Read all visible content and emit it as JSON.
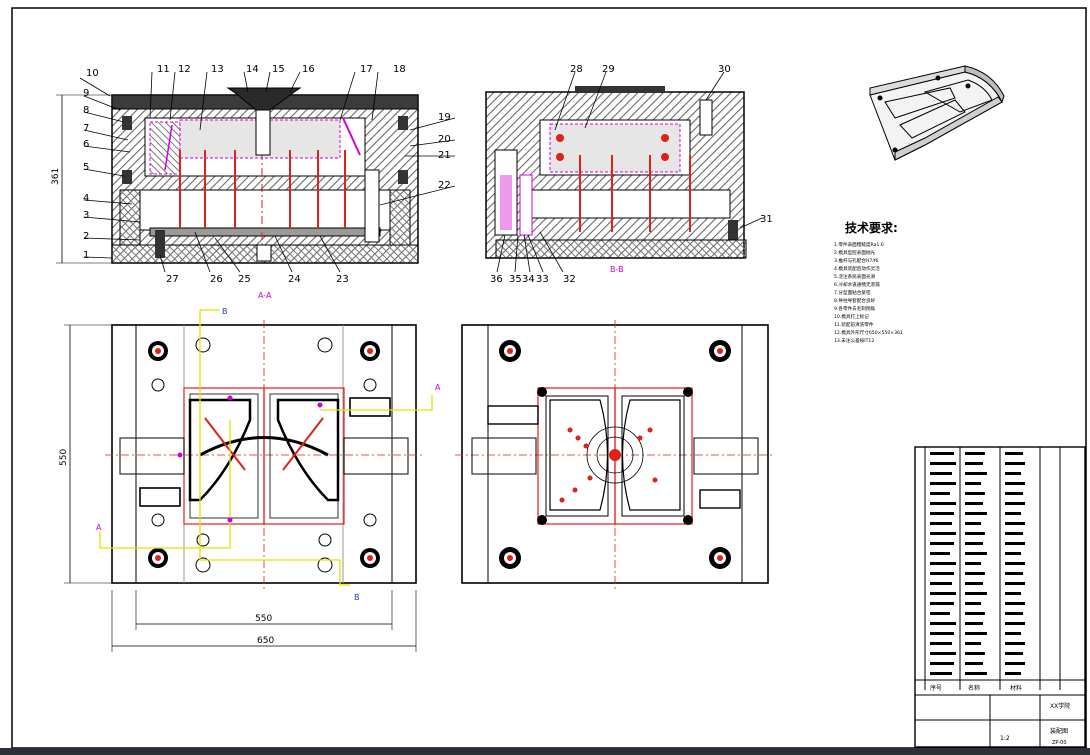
{
  "drawing": {
    "section_label_left": "A-A",
    "section_label_right": "B-B",
    "part_numbers_top": [
      "10",
      "11",
      "12",
      "13",
      "14",
      "15",
      "16",
      "17",
      "18"
    ],
    "part_numbers_left": [
      "9",
      "8",
      "7",
      "6",
      "5",
      "4",
      "3",
      "2",
      "1"
    ],
    "part_numbers_right": [
      "19",
      "20",
      "21",
      "22"
    ],
    "part_numbers_bottom": [
      "27",
      "26",
      "25",
      "24",
      "23"
    ],
    "part_numbers_right_view": [
      "28",
      "29",
      "30",
      "31",
      "36",
      "35",
      "34",
      "33",
      "32"
    ],
    "dim_height_section": "361",
    "dim_height_plan": "550",
    "dim_width_inner": "550",
    "dim_width_outer": "650",
    "section_marker_a": "A",
    "section_marker_b": "B",
    "tech_title": "技术要求:",
    "tech_lines": [
      "1.零件表面粗糙度Ra1.6",
      "2.模具型腔表面抛光",
      "3.推杆与孔配合H7/f6",
      "4.模具装配后动作灵活",
      "5.浇注系统表面光滑",
      "6.冷却水道通畅无渗漏",
      "7.分型面贴合紧密",
      "8.导柱导套配合良好",
      "9.各零件去毛刺倒角",
      "10.模具打上标记",
      "11.装配前清洗零件",
      "12.模具外形尺寸650×550×361",
      "13.未注公差按IT12"
    ],
    "title_block": {
      "col_a": "序号",
      "col_b": "名称",
      "col_c": "材料",
      "school": "XX学院",
      "part_name": "装配图",
      "drawing_no": "ZP-00",
      "scale": "1:2"
    }
  },
  "colors": {
    "background": "#3a3f47",
    "sheet": "#ffffff",
    "line": "#000000",
    "hatch": "#555555",
    "red": "#e0201b",
    "magenta": "#d400d4",
    "yellow": "#e8e000",
    "blue": "#2040c0"
  }
}
